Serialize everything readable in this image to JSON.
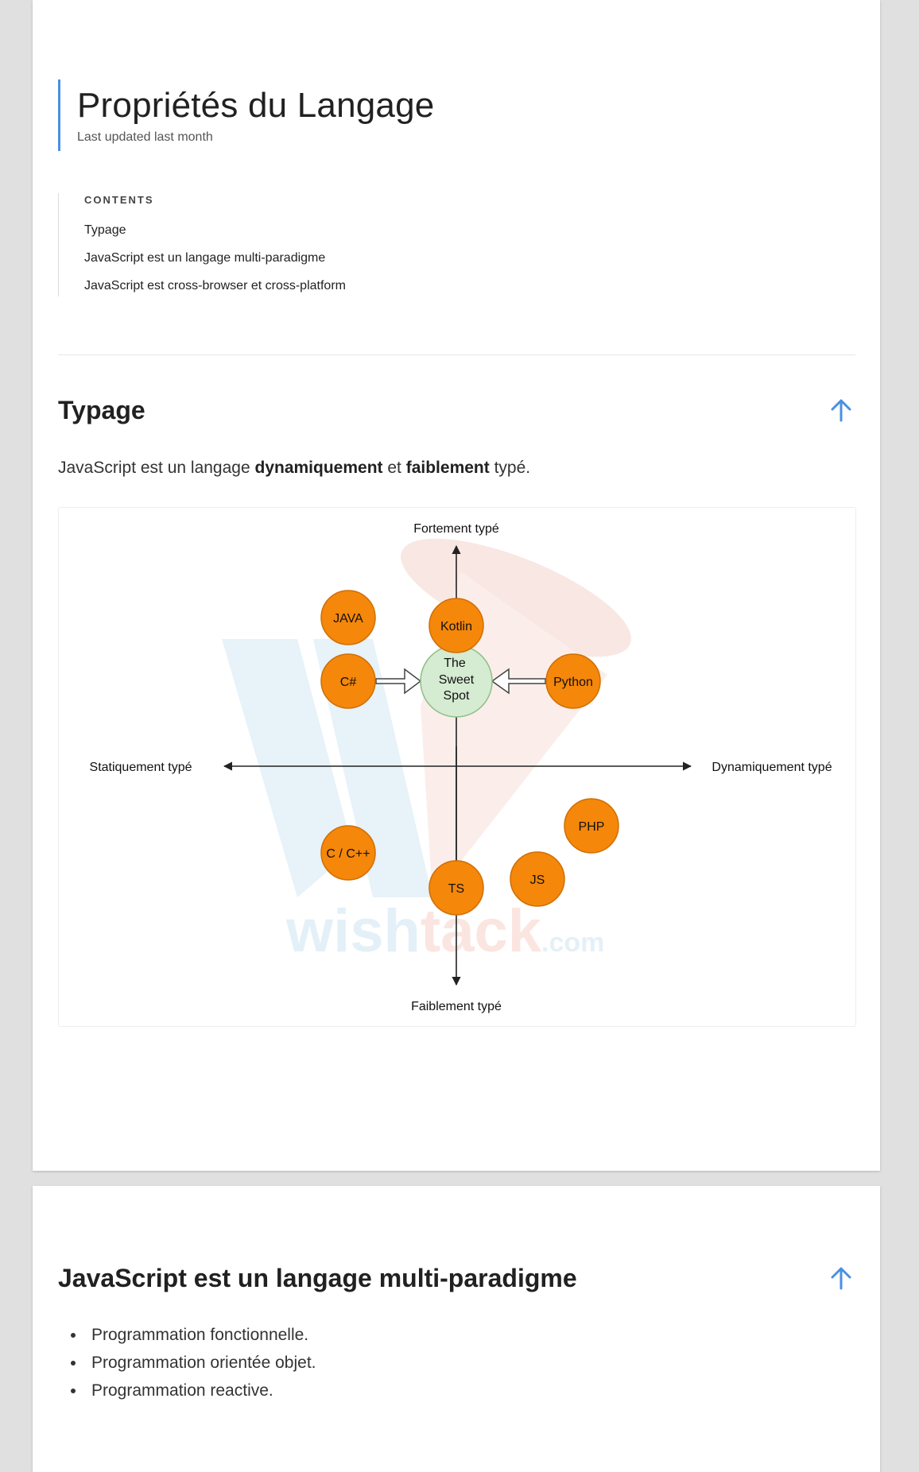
{
  "page": {
    "title": "Propriétés du Langage",
    "updated": "Last updated last month"
  },
  "toc": {
    "heading": "CONTENTS",
    "items": [
      "Typage",
      "JavaScript est un langage multi-paradigme",
      "JavaScript est cross-browser et cross-platform"
    ]
  },
  "typage": {
    "title": "Typage",
    "intro": {
      "text1": "JavaScript est un langage ",
      "bold1": "dynamiquement",
      "text2": " et ",
      "bold2": "faiblement",
      "text3": " typé."
    }
  },
  "diagram": {
    "axes": {
      "top": "Fortement typé",
      "bottom": "Faiblement typé",
      "left": "Statiquement typé",
      "right": "Dynamiquement typé"
    },
    "sweet_spot": [
      "The",
      "Sweet",
      "Spot"
    ],
    "languages": [
      "JAVA",
      "Kotlin",
      "C#",
      "Python",
      "PHP",
      "C / C++",
      "JS",
      "TS"
    ],
    "watermark": "wishtack.com",
    "colors": {
      "bubble": "#f5870a",
      "sweet_spot": "#d5ebd2"
    }
  },
  "multiparadigme": {
    "title": "JavaScript est un langage multi-paradigme",
    "items": [
      "Programmation fonctionnelle.",
      "Programmation orientée objet.",
      "Programmation reactive."
    ]
  },
  "colors": {
    "accent": "#4a90e2",
    "text": "#333333"
  }
}
